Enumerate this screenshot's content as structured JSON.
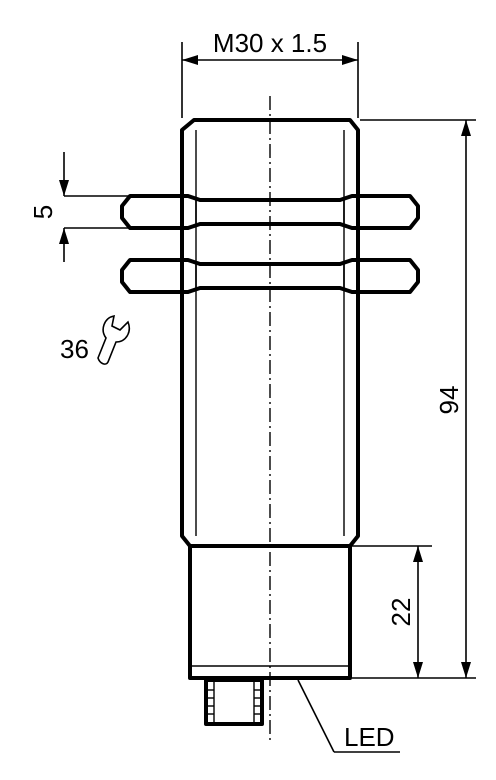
{
  "labels": {
    "thread": "M30 x 1.5",
    "nut_thickness": "5",
    "wrench_size": "36",
    "total_length": "94",
    "head_length": "22",
    "led": "LED"
  },
  "icons": {
    "wrench": "wrench-icon"
  }
}
